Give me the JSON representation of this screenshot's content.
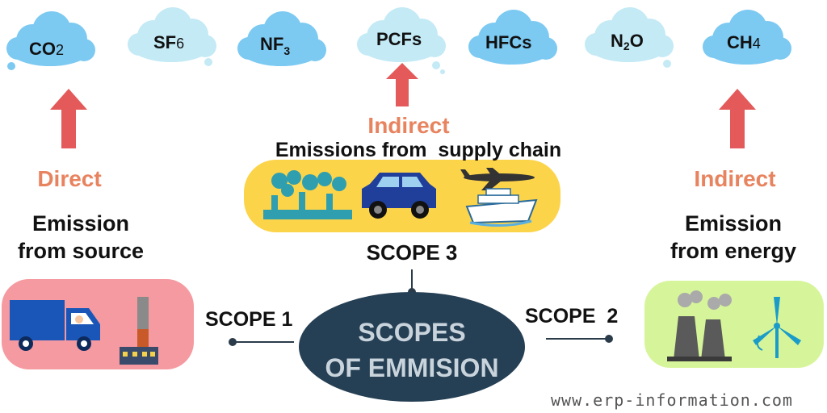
{
  "gases": [
    {
      "base": "CO",
      "sub": "2"
    },
    {
      "base": "SF",
      "sub": "6"
    },
    {
      "base": "NF",
      "sub": "3"
    },
    {
      "base": "PCFs",
      "sub": ""
    },
    {
      "base": "HFCs",
      "sub": ""
    },
    {
      "pre": "N",
      "sub": "2",
      "post": "O"
    },
    {
      "base": "CH",
      "sub": "4"
    }
  ],
  "left": {
    "kind": "Direct",
    "line1": "Emission",
    "line2": "from source",
    "scope": "SCOPE 1"
  },
  "middle": {
    "kind": "Indirect",
    "title": "Emissions from  supply chain",
    "scope": "SCOPE 3"
  },
  "right": {
    "kind": "Indirect",
    "line1": "Emission",
    "line2": "from energy",
    "scope": "SCOPE  2"
  },
  "center": {
    "line1": "SCOPES",
    "line2": "OF EMMISION"
  },
  "footer": {
    "url": "www.erp-information.com"
  },
  "colors": {
    "cloud_dark": "#7cc9f2",
    "cloud_light": "#c4eaf6",
    "arrow_red": "#e45a5a",
    "orange_text": "#e8835f",
    "scope1_box": "#f59aa0",
    "scope3_box": "#fcd44a",
    "scope2_box": "#d6f59a",
    "center_oval": "#253f54"
  }
}
